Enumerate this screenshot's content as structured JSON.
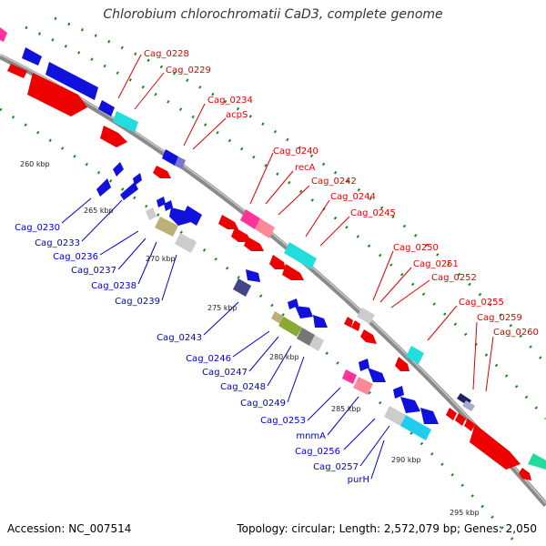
{
  "title": "Chlorobium chlorochromatii CaD3, complete genome",
  "footer": {
    "accession": "Accession: NC_007514",
    "summary": "Topology: circular; Length: 2,572,079 bp; Genes: 2,050"
  },
  "colors": {
    "backbone": "#888888",
    "tick_dots": "#1a8a1a",
    "forward_label": "#dd0000",
    "reverse_label": "#0000cc",
    "ruler_label": "#222222"
  },
  "ruler": [
    "260 kbp",
    "265 kbp",
    "270 kbp",
    "275 kbp",
    "280 kbp",
    "285 kbp",
    "290 kbp",
    "295 kbp"
  ],
  "forward_labels": [
    "Cag_0228",
    "Cag_0229",
    "Cag_0234",
    "acpS",
    "Cag_0240",
    "recA",
    "Cag_0242",
    "Cag_0244",
    "Cag_0245",
    "Cag_0250",
    "Cag_0251",
    "Cag_0252",
    "Cag_0255",
    "Cag_0259",
    "Cag_0260"
  ],
  "reverse_labels": [
    "Cag_0230",
    "Cag_0233",
    "Cag_0236",
    "Cag_0237",
    "Cag_0238",
    "Cag_0239",
    "Cag_0243",
    "Cag_0246",
    "Cag_0247",
    "Cag_0248",
    "Cag_0249",
    "Cag_0253",
    "mnmA",
    "Cag_0256",
    "Cag_0257",
    "purH"
  ]
}
